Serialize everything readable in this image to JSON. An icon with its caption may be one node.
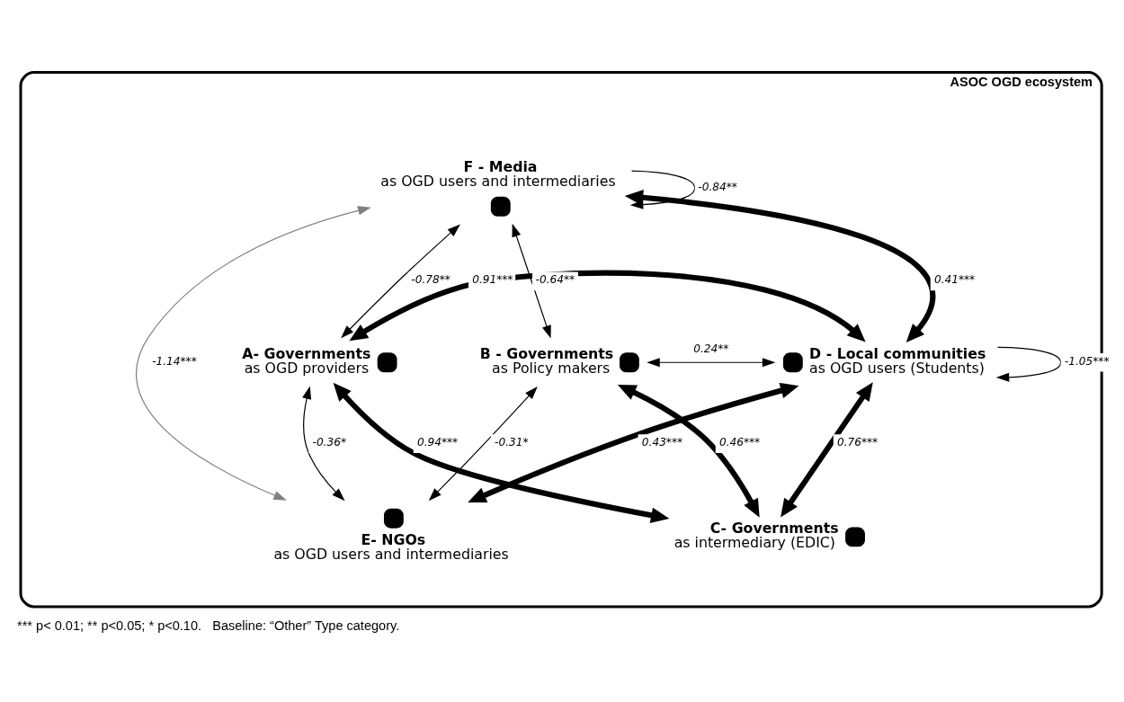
{
  "diagram": {
    "caption": "*** p< 0.01; ** p<0.05; * p<0.10.   Baseline: “Other” Type category.",
    "nodes": [
      {
        "text": [
          "ASOC OGD ecosystem"
        ]
      },
      {
        "text": [
          "F - Media",
          "as OGD users and intermediaries"
        ],
        "in": 0
      },
      {
        "text": [
          "A- Governments",
          "as OGD providers"
        ],
        "in": 0
      },
      {
        "text": [
          "B - Governments",
          "as Policy makers"
        ],
        "in": 0
      },
      {
        "text": [
          "D - Local communities",
          "as OGD users (Students)"
        ],
        "in": 0
      },
      {
        "text": [
          "C- Governments",
          "as intermediary (EDIC)"
        ],
        "in": 0
      },
      {
        "text": [
          "E- NGOs",
          "as OGD users and intermediaries"
        ],
        "in": 0
      }
    ],
    "edges": [
      {
        "from": 1,
        "to": 1,
        "arrow": "to",
        "label": "-0.84**"
      },
      {
        "from": 2,
        "to": 1,
        "arrow": "both",
        "label": "-0.78**"
      },
      {
        "from": 3,
        "to": 1,
        "arrow": "both",
        "label": "-0.64**"
      },
      {
        "from": 1,
        "to": 4,
        "arrow": "both",
        "label": "0.41***",
        "style": "thick"
      },
      {
        "from": 2,
        "to": 4,
        "arrow": "both",
        "label": "0.91***",
        "style": "thick"
      },
      {
        "from": 3,
        "to": 4,
        "arrow": "both",
        "label": "0.24**"
      },
      {
        "from": 2,
        "to": 5,
        "arrow": "both",
        "label": "0.94***",
        "style": "thick"
      },
      {
        "from": 2,
        "to": 6,
        "arrow": "both",
        "label": "-0.36*"
      },
      {
        "from": 1,
        "to": 6,
        "arrow": "both",
        "label": "-1.14***",
        "color": "#808080"
      },
      {
        "from": 3,
        "to": 5,
        "arrow": "both",
        "label": "0.46***",
        "style": "thick"
      },
      {
        "from": 5,
        "to": 4,
        "arrow": "both",
        "label": "0.76***",
        "style": "thick"
      },
      {
        "from": 3,
        "to": 6,
        "arrow": "both",
        "label": "-0.31*"
      },
      {
        "from": 6,
        "to": 4,
        "arrow": "both",
        "label": "0.43***",
        "style": "thick"
      },
      {
        "from": 4,
        "to": 4,
        "arrow": "to",
        "label": "-1.05***"
      }
    ]
  }
}
